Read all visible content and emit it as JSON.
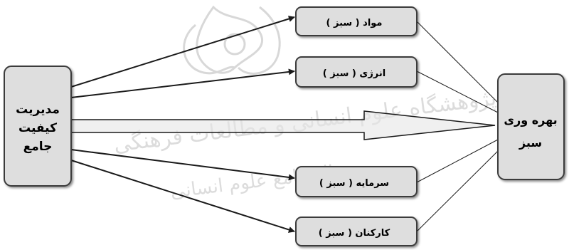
{
  "source": {
    "lines": [
      "مدیریت",
      "کیفیت",
      "جامع"
    ]
  },
  "target": {
    "lines": [
      "بهره وری",
      "سبز"
    ]
  },
  "resources": [
    {
      "label": "مواد ( سبز )"
    },
    {
      "label": "انرژی ( سبز )"
    },
    {
      "label": "سرمایه ( سبز )"
    },
    {
      "label": "کارکنان ( سبز )"
    }
  ],
  "watermark": {
    "line1": "پژوهشگاه علوم انسانی و مطالعات فرهنگی",
    "line2": "پرتال جامع علوم انسانی"
  },
  "colors": {
    "box_fill": "#dedede",
    "box_stroke": "#3a3a3a",
    "arrow": "#1a1a1a",
    "big_arrow_fill": "#e6e6e6",
    "watermark": "#d9d9d9"
  }
}
